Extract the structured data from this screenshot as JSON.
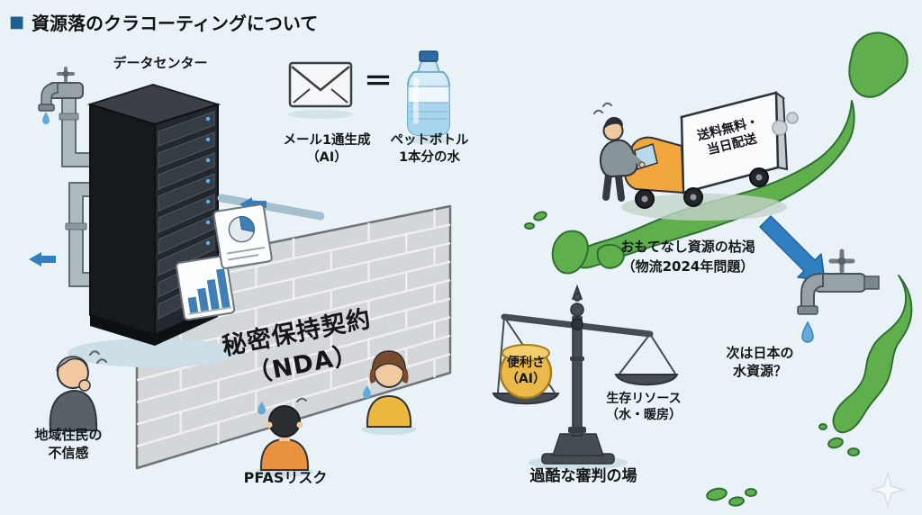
{
  "title": {
    "bullet": "■",
    "text": "資源落のクラコーティングについて"
  },
  "datacenter": {
    "label": "データセンター"
  },
  "equation": {
    "email": "メール1通生成\n（AI）",
    "equals": "＝",
    "bottle": "ペットボトル\n1本分の水"
  },
  "wall": {
    "nda": "秘密保持契約\n（NDA）"
  },
  "residents": {
    "label": "地域住民の\n不信感"
  },
  "pfas": {
    "label": "PFASリスク"
  },
  "logistics": {
    "truck_sign": "送料無料・\n当日配送",
    "caption": "おもてなし資源の枯渇\n（物流2024年問題）"
  },
  "water": {
    "caption": "次は日本の\n水資源？"
  },
  "scale": {
    "left": "便利さ\n（AI）",
    "right": "生存リソース\n（水・暖房）",
    "caption": "過酷な審判の場"
  },
  "colors": {
    "background": "#e9f2f6",
    "accent_blue": "#2f7fc1",
    "map_green": "#5fb04c",
    "truck_orange": "#f2a73e",
    "gold": "#eab94a"
  }
}
